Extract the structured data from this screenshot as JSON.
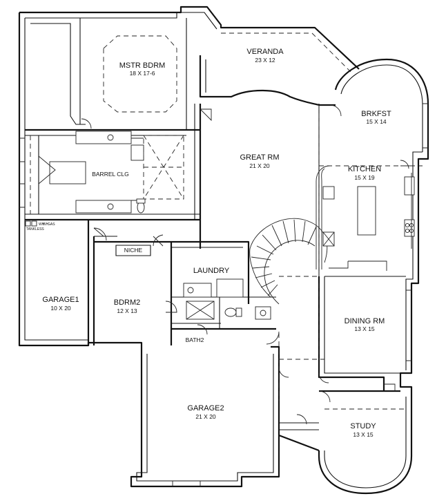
{
  "rooms": {
    "master_bedroom": {
      "name": "MSTR BDRM",
      "size": "18 X 17-6"
    },
    "veranda": {
      "name": "VERANDA",
      "size": "23 X 12"
    },
    "breakfast": {
      "name": "BRKFST",
      "size": "15 X 14"
    },
    "great_room": {
      "name": "GREAT RM",
      "size": "21 X 20"
    },
    "kitchen": {
      "name": "KITCHEN",
      "size": "15 X 19"
    },
    "barrel_ceiling": {
      "name": "BARREL CLG"
    },
    "niche": {
      "name": "NICHE"
    },
    "laundry": {
      "name": "LAUNDRY"
    },
    "garage1": {
      "name": "GARAGE1",
      "size": "10 X 20"
    },
    "bedroom2": {
      "name": "BDRM2",
      "size": "12 X 13"
    },
    "dining_room": {
      "name": "DINING RM",
      "size": "13 X 15"
    },
    "bath2": {
      "name": "BATH2"
    },
    "garage2": {
      "name": "GARAGE2",
      "size": "21 X 20"
    },
    "study": {
      "name": "STUDY",
      "size": "13 X 15"
    }
  },
  "small_labels": {
    "wh_a": "WH",
    "wh_b": "WH",
    "gas": "GAS",
    "tankless": "TANKLESS"
  }
}
